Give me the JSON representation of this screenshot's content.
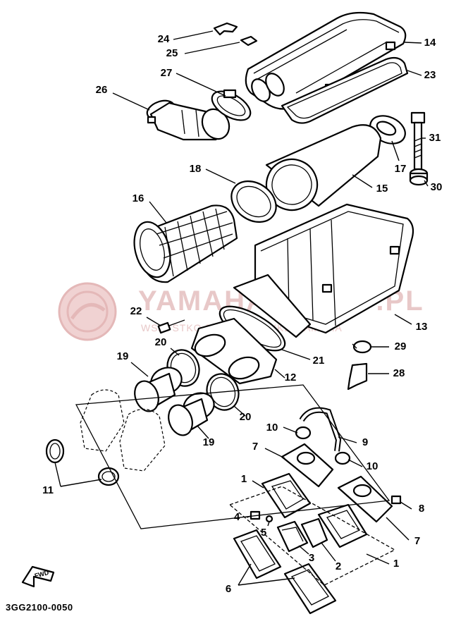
{
  "diagram": {
    "code": "3GG2100-0050",
    "watermark": {
      "brand": "YAMAHA-SKLEP.PL",
      "tagline": "WSZYSTKO DLA MOTOCYKLI YAMAHA"
    },
    "fwd_label": "FWD",
    "callouts": [
      {
        "id": "24",
        "label": "24"
      },
      {
        "id": "25",
        "label": "25"
      },
      {
        "id": "27",
        "label": "27"
      },
      {
        "id": "26",
        "label": "26"
      },
      {
        "id": "14",
        "label": "14"
      },
      {
        "id": "23",
        "label": "23"
      },
      {
        "id": "31",
        "label": "31"
      },
      {
        "id": "17",
        "label": "17"
      },
      {
        "id": "30",
        "label": "30"
      },
      {
        "id": "18",
        "label": "18"
      },
      {
        "id": "15",
        "label": "15"
      },
      {
        "id": "16",
        "label": "16"
      },
      {
        "id": "13",
        "label": "13"
      },
      {
        "id": "22",
        "label": "22"
      },
      {
        "id": "20a",
        "label": "20"
      },
      {
        "id": "19a",
        "label": "19"
      },
      {
        "id": "21",
        "label": "21"
      },
      {
        "id": "29",
        "label": "29"
      },
      {
        "id": "12",
        "label": "12"
      },
      {
        "id": "28",
        "label": "28"
      },
      {
        "id": "20b",
        "label": "20"
      },
      {
        "id": "19b",
        "label": "19"
      },
      {
        "id": "10a",
        "label": "10"
      },
      {
        "id": "9",
        "label": "9"
      },
      {
        "id": "7a",
        "label": "7"
      },
      {
        "id": "10b",
        "label": "10"
      },
      {
        "id": "11",
        "label": "11"
      },
      {
        "id": "1a",
        "label": "1"
      },
      {
        "id": "8",
        "label": "8"
      },
      {
        "id": "4",
        "label": "4"
      },
      {
        "id": "5",
        "label": "5"
      },
      {
        "id": "7b",
        "label": "7"
      },
      {
        "id": "3",
        "label": "3"
      },
      {
        "id": "2",
        "label": "2"
      },
      {
        "id": "1b",
        "label": "1"
      },
      {
        "id": "6",
        "label": "6"
      }
    ]
  }
}
